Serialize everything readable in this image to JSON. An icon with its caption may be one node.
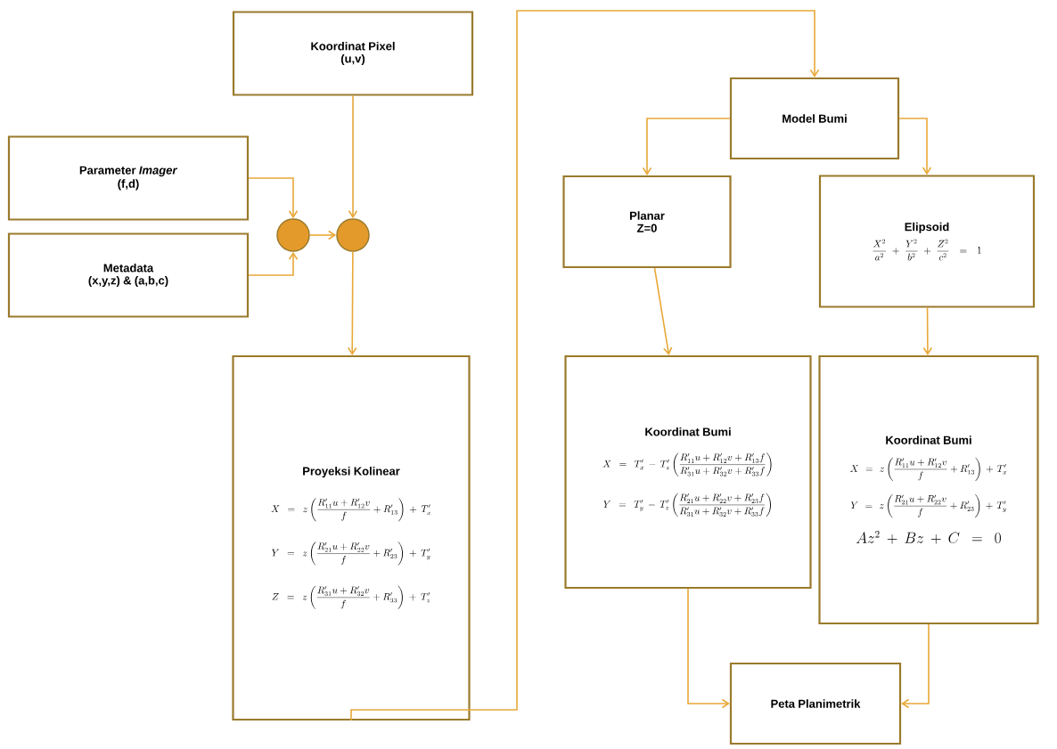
{
  "diagram": {
    "nodes": [
      {
        "text": [
          "Koordinat Pixel",
          "(u,v)"
        ]
      },
      {
        "text": [
          "Parameter *Imager*",
          "(f,d)"
        ]
      },
      {
        "text": [
          "Metadata",
          "(x,y,z) & (a,b,c)"
        ]
      },
      {
        "text": [],
        "shape": "circle"
      },
      {
        "text": [],
        "shape": "circle"
      },
      {
        "text": [
          "Proyeksi Kolinear",
          "X = z\\left(\\frac{R'_{11}u + R'_{12}v}{f} + R'_{13}\\right) + T'_x",
          "Y = z\\left(\\frac{R'_{21}u + R'_{22}v}{f} + R'_{23}\\right) + T'_y",
          "Z = z\\left(\\frac{R'_{31}u + R'_{32}v}{f} + R'_{33}\\right) + T'_z"
        ]
      },
      {
        "text": [
          "Model Bumi"
        ]
      },
      {
        "text": [
          "Planar",
          "Z=0"
        ]
      },
      {
        "text": [
          "Elipsoid",
          "\\frac{X^2}{a^2} + \\frac{Y^2}{b^2} + \\frac{Z^2}{c^2} = 1"
        ]
      },
      {
        "text": [
          "Koordinat Bumi",
          "X = T'_x - T'_z\\left(\\frac{R'_{11}u + R'_{12}v + R'_{13}f}{R'_{31}u + R'_{32}v + R'_{33}f}\\right)",
          "Y = T'_y - T'_z\\left(\\frac{R'_{21}u + R'_{22}v + R'_{23}f}{R'_{31}u + R'_{32}v + R'_{33}f}\\right)"
        ]
      },
      {
        "text": [
          "Koordinat Bumi",
          "X = z\\left(\\frac{R'_{11}u + R'_{12}v}{f} + R'_{13}\\right) + T'_x",
          "Y = z\\left(\\frac{R'_{21}u + R'_{22}v}{f} + R'_{23}\\right) + T'_y",
          "Az^2 + Bz + C = 0"
        ]
      },
      {
        "text": [
          "Peta Planimetrik"
        ]
      }
    ],
    "edges": [
      {
        "from": 1,
        "to": 3,
        "arrow": "to"
      },
      {
        "from": 2,
        "to": 3,
        "arrow": "to"
      },
      {
        "from": 3,
        "to": 4,
        "arrow": "to"
      },
      {
        "from": 0,
        "to": 4,
        "arrow": "to"
      },
      {
        "from": 4,
        "to": 5,
        "arrow": "to"
      },
      {
        "from": 5,
        "to": 6,
        "arrow": "to"
      },
      {
        "from": 6,
        "to": 7,
        "arrow": "to"
      },
      {
        "from": 6,
        "to": 8,
        "arrow": "to"
      },
      {
        "from": 7,
        "to": 9,
        "arrow": "to"
      },
      {
        "from": 8,
        "to": 10,
        "arrow": "to"
      },
      {
        "from": 9,
        "to": 11,
        "arrow": "to"
      },
      {
        "from": 10,
        "to": 11,
        "arrow": "to"
      }
    ]
  }
}
